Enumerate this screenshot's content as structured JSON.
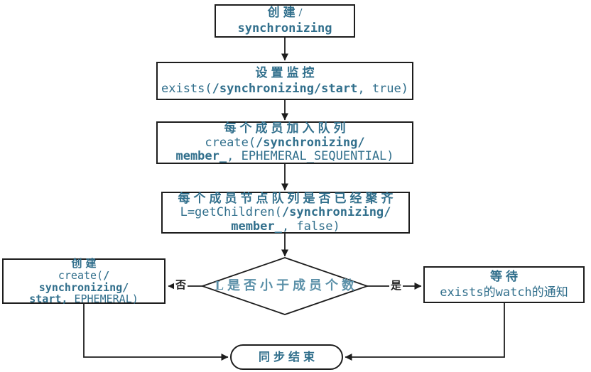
{
  "colors": {
    "background": "#ffffff",
    "node_text": "#316f8c",
    "decision_text": "#5b90a8",
    "border": "#1d1d1d",
    "edge_label_text": "#1f1f1f"
  },
  "diagram": {
    "nodes": {
      "create_sync": {
        "shape": "rectangle",
        "lines": [
          [
            {
              "t": "创建/",
              "cjk": true
            }
          ],
          [
            {
              "t": "synchronizing",
              "b": true
            }
          ]
        ]
      },
      "set_watch": {
        "shape": "rectangle",
        "lines": [
          [
            {
              "t": "设置监控",
              "cjk": true
            }
          ],
          [
            {
              "t": "exists("
            },
            {
              "t": "/synchronizing/start",
              "b": true
            },
            {
              "t": ", true)"
            }
          ]
        ]
      },
      "join_queue": {
        "shape": "rectangle",
        "lines": [
          [
            {
              "t": "每个成员加入队列",
              "cjk": true
            }
          ],
          [
            {
              "t": "create("
            },
            {
              "t": "/synchronizing/",
              "b": true
            }
          ],
          [
            {
              "t": "member_",
              "b": true
            },
            {
              "t": ", EPHEMERAL_SEQUENTIAL)"
            }
          ]
        ]
      },
      "check_gathered": {
        "shape": "rectangle",
        "lines": [
          [
            {
              "t": "每个成员节点队列是否已经聚齐",
              "cjk": true
            }
          ],
          [
            {
              "t": "L=getChildren("
            },
            {
              "t": "/synchronizing/",
              "b": true
            }
          ],
          [
            {
              "t": "member_",
              "b": true
            },
            {
              "t": ", false)"
            }
          ]
        ]
      },
      "decision": {
        "shape": "diamond",
        "lines": [
          [
            {
              "t": "L是否小于成员个数",
              "cjk": true
            }
          ]
        ]
      },
      "create_start": {
        "shape": "rectangle",
        "lines": [
          [
            {
              "t": "创建",
              "cjk": true
            }
          ],
          [
            {
              "t": "create("
            },
            {
              "t": "/",
              "b": true
            }
          ],
          [
            {
              "t": "synchronizing/",
              "b": true
            }
          ],
          [
            {
              "t": "start,",
              "b": true
            },
            {
              "t": " EPHEMERAL)"
            }
          ]
        ]
      },
      "wait_watch": {
        "shape": "rectangle",
        "lines": [
          [
            {
              "t": "等待",
              "cjk": true
            }
          ],
          [
            {
              "t": "exists的watch的通知"
            }
          ]
        ]
      },
      "sync_end": {
        "shape": "terminator-oval",
        "lines": [
          [
            {
              "t": "同步结束",
              "cjk": true
            }
          ]
        ]
      }
    },
    "edge_labels": {
      "no": "否",
      "yes": "是"
    },
    "edges": [
      {
        "from": "create_sync",
        "to": "set_watch"
      },
      {
        "from": "set_watch",
        "to": "join_queue"
      },
      {
        "from": "join_queue",
        "to": "check_gathered"
      },
      {
        "from": "check_gathered",
        "to": "decision"
      },
      {
        "from": "decision",
        "to": "create_start",
        "label": "否"
      },
      {
        "from": "decision",
        "to": "wait_watch",
        "label": "是"
      },
      {
        "from": "create_start",
        "to": "sync_end"
      },
      {
        "from": "wait_watch",
        "to": "sync_end"
      }
    ]
  }
}
